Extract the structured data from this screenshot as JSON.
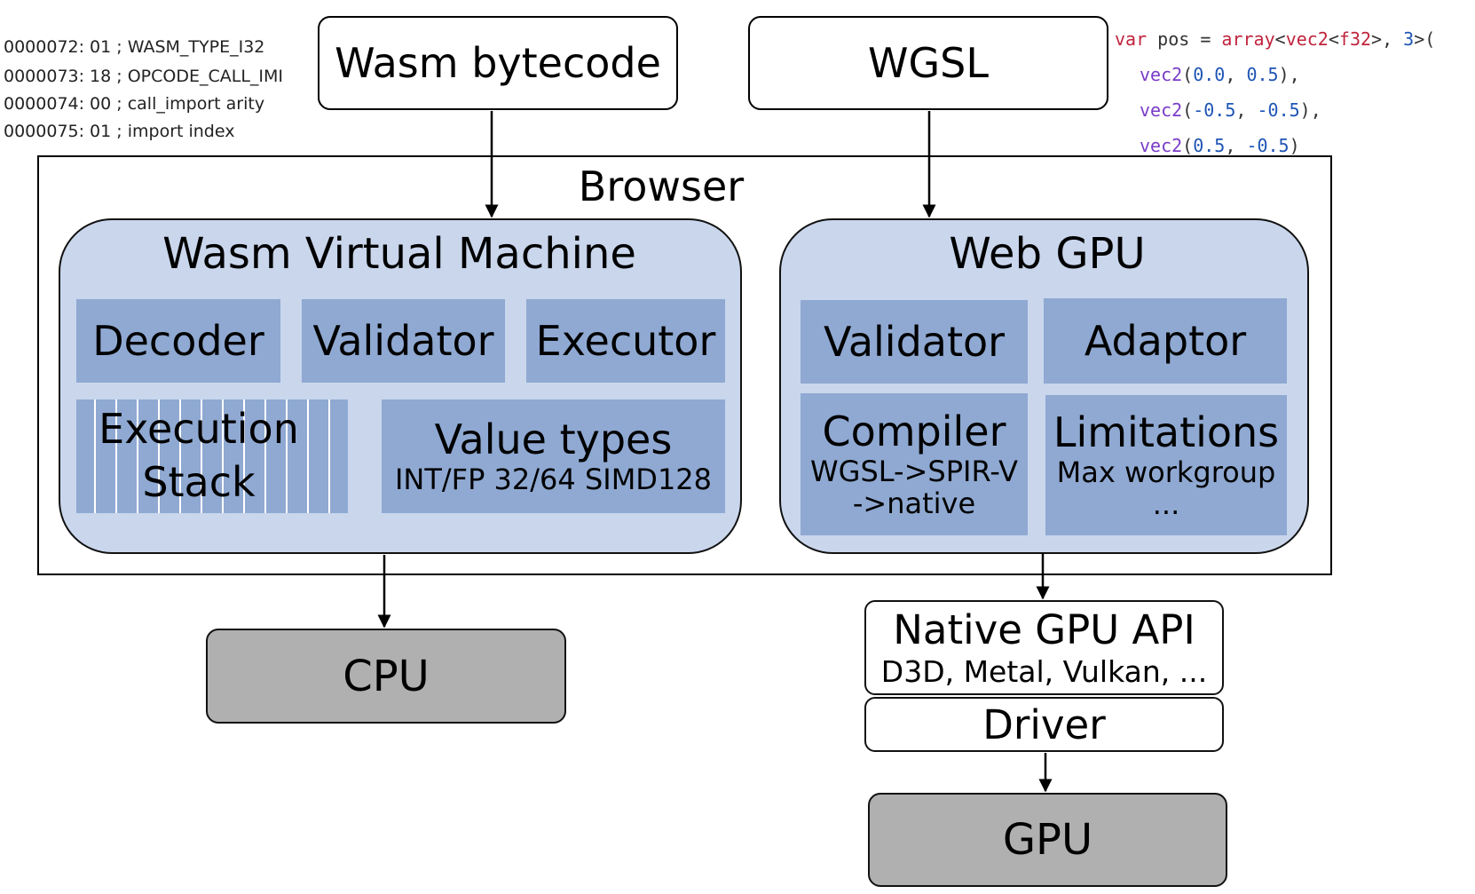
{
  "wasm_hex": [
    "0000072: 01 ; WASM_TYPE_I32",
    "0000073: 18 ; OPCODE_CALL_IMI",
    "0000074: 00 ; call_import arity",
    "0000075: 01 ; import index"
  ],
  "wgsl_code": {
    "line1": {
      "kw_var": "var",
      "name": " pos ",
      "eq": "=",
      "arr": " array",
      "lt": "<",
      "vec": "vec2",
      "lt2": "<",
      "ty": "f32",
      "gt": ">, ",
      "n3": "3",
      "tail": ">("
    },
    "line2": {
      "fn": "vec2",
      "open": "(",
      "a": "0.0",
      "sep": ", ",
      "b": "0.5",
      "close": "),"
    },
    "line3": {
      "fn": "vec2",
      "open": "(",
      "a": "-0.5",
      "sep": ", ",
      "b": "-0.5",
      "close": "),"
    },
    "line4": {
      "fn": "vec2",
      "open": "(",
      "a": "0.5",
      "sep": ", ",
      "b": "-0.5",
      "close": ")"
    }
  },
  "inputs": {
    "wasm": "Wasm bytecode",
    "wgsl": "WGSL"
  },
  "browser": {
    "title": "Browser"
  },
  "wasm_vm": {
    "title": "Wasm Virtual Machine",
    "decoder": "Decoder",
    "validator": "Validator",
    "executor": "Executor",
    "stack_line1": "Execution",
    "stack_line2": "Stack",
    "value_types": "Value types",
    "value_types_sub": "INT/FP 32/64 SIMD128"
  },
  "webgpu": {
    "title": "Web GPU",
    "validator": "Validator",
    "adaptor": "Adaptor",
    "compiler": "Compiler",
    "compiler_sub1": "WGSL->SPIR-V",
    "compiler_sub2": "->native",
    "limitations": "Limitations",
    "limitations_sub1": "Max workgroup",
    "limitations_sub2": "..."
  },
  "cpu": "CPU",
  "native_api": {
    "title": "Native GPU API",
    "sub": "D3D, Metal, Vulkan, ..."
  },
  "driver": "Driver",
  "gpu": "GPU",
  "colors": {
    "cell": "#8fa9d2",
    "group": "#c9d6ec",
    "hardware": "#b0b0b0"
  }
}
